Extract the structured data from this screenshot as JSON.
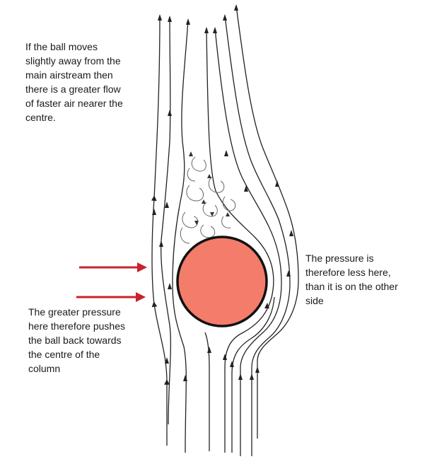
{
  "captions": {
    "top": [
      "If the ball moves",
      "slightly away from the",
      "main airstream then",
      "there is a greater flow",
      "of faster air nearer the",
      "centre."
    ],
    "right": [
      "The pressure is",
      "therefore less here,",
      "than it is on the other",
      "side"
    ],
    "bottom": [
      "The greater pressure",
      "here therefore pushes",
      "the ball back towards",
      "the centre of the",
      "column"
    ]
  },
  "colors": {
    "ball_fill": "#f47c6b",
    "ball_outline": "#111111",
    "pressure_arrows": "#c8232c",
    "streamlines": "#222222",
    "eddies": "#555555"
  }
}
